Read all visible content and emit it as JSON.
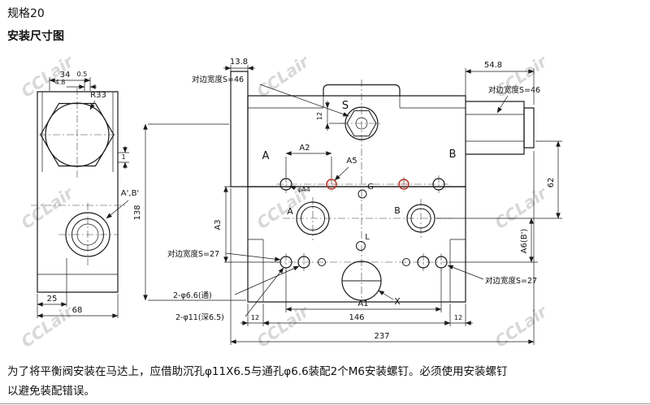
{
  "page": {
    "spec": "规格20",
    "title": "安装尺寸图",
    "footer_line1": "为了将平衡阀安装在马达上，应借助沉孔φ11X6.5与通孔φ6.6装配2个M6安装螺钉。必须使用安装螺钉",
    "footer_line2": "以避免装配错误。"
  },
  "watermark": {
    "text": "CCLair",
    "color": "#bfbfbf"
  },
  "drawing": {
    "line_color": "#1a1a1a",
    "accent_color": "#b03a2a",
    "side_view": {
      "dim_34": "34",
      "dim_4_8": "4.8",
      "dim_0_5": "0.5",
      "radius": "R33",
      "dim_1": "1",
      "ports": "A',B'",
      "dim_25": "25",
      "dim_68": "68",
      "dim_138": "138"
    },
    "main_view": {
      "dim_13_8": "13.8",
      "flats_46_left": "对边宽度S=46",
      "label_s": "S",
      "dim_12_top": "12",
      "dim_54_8": "54.8",
      "flats_46_right": "对边宽度S=46",
      "dim_62": "62",
      "zone_a": "A",
      "zone_b": "B",
      "dim_a2": "A2",
      "label_a5": "A5",
      "label_phi_a4": "φA4",
      "label_g": "G",
      "port_a": "A",
      "port_b": "B",
      "dim_a3": "A3",
      "label_l": "L",
      "dim_a6": "A6(B')",
      "flats_27_left": "对边宽度S=27",
      "flats_27_right": "对边宽度S=27",
      "drill_through": "2-φ6.6(通)",
      "drill_counterbore": "2-φ11(深6.5)",
      "dim_12_left": "12",
      "dim_146": "146",
      "dim_12_right": "12",
      "dim_237": "237",
      "dim_a1": "A1",
      "label_x": "X"
    }
  }
}
